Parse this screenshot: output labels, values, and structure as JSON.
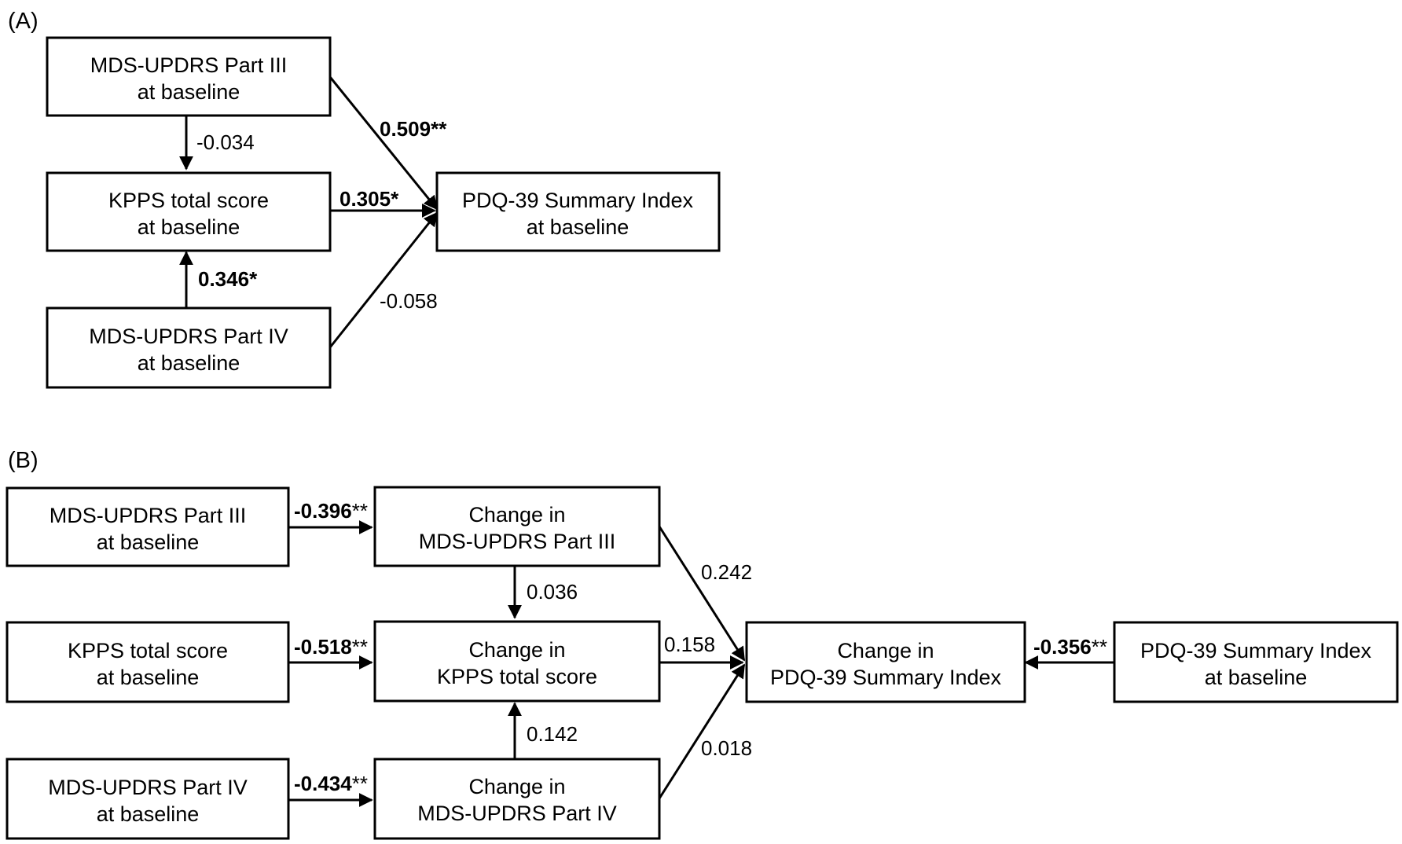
{
  "panel_a": {
    "label": "(A)",
    "boxes": {
      "p3": [
        "MDS-UPDRS Part III",
        "at baseline"
      ],
      "kpps": [
        "KPPS total score",
        "at baseline"
      ],
      "p4": [
        "MDS-UPDRS Part IV",
        "at baseline"
      ],
      "pdq": [
        "PDQ-39 Summary Index",
        "at baseline"
      ]
    },
    "paths": {
      "p3_to_kpps": {
        "value": "-0.034",
        "stars": "",
        "significant": false
      },
      "kpps_to_pdq": {
        "value": "0.305",
        "stars": "*",
        "significant": true
      },
      "p4_to_kpps": {
        "value": "0.346",
        "stars": "*",
        "significant": true
      },
      "p3_to_pdq": {
        "value": "0.509",
        "stars": "**",
        "significant": true
      },
      "p4_to_pdq": {
        "value": "-0.058",
        "stars": "",
        "significant": false
      }
    }
  },
  "panel_b": {
    "label": "(B)",
    "boxes": {
      "p3": [
        "MDS-UPDRS Part III",
        "at baseline"
      ],
      "kpps": [
        "KPPS total score",
        "at baseline"
      ],
      "p4": [
        "MDS-UPDRS Part IV",
        "at baseline"
      ],
      "c_p3": [
        "Change in",
        "MDS-UPDRS Part III"
      ],
      "c_kpps": [
        "Change in",
        "KPPS total score"
      ],
      "c_p4": [
        "Change in",
        "MDS-UPDRS Part IV"
      ],
      "c_pdq": [
        "Change in",
        "PDQ-39 Summary Index"
      ],
      "pdq": [
        "PDQ-39 Summary Index",
        "at baseline"
      ]
    },
    "paths": {
      "p3_to_cp3": {
        "value": "-0.396",
        "stars": "**",
        "significant": true
      },
      "kpps_to_ckpps": {
        "value": "-0.518",
        "stars": "**",
        "significant": true
      },
      "p4_to_cp4": {
        "value": "-0.434",
        "stars": "**",
        "significant": true
      },
      "cp3_to_ckpps": {
        "value": "0.036",
        "stars": "",
        "significant": false
      },
      "cp4_to_ckpps": {
        "value": "0.142",
        "stars": "",
        "significant": false
      },
      "cp3_to_cpdq": {
        "value": "0.242",
        "stars": "",
        "significant": false
      },
      "ckpps_to_cpdq": {
        "value": "0.158",
        "stars": "",
        "significant": false
      },
      "cp4_to_cpdq": {
        "value": "0.018",
        "stars": "",
        "significant": false
      },
      "pdq_to_cpdq": {
        "value": "-0.356",
        "stars": "**",
        "significant": true
      }
    }
  }
}
